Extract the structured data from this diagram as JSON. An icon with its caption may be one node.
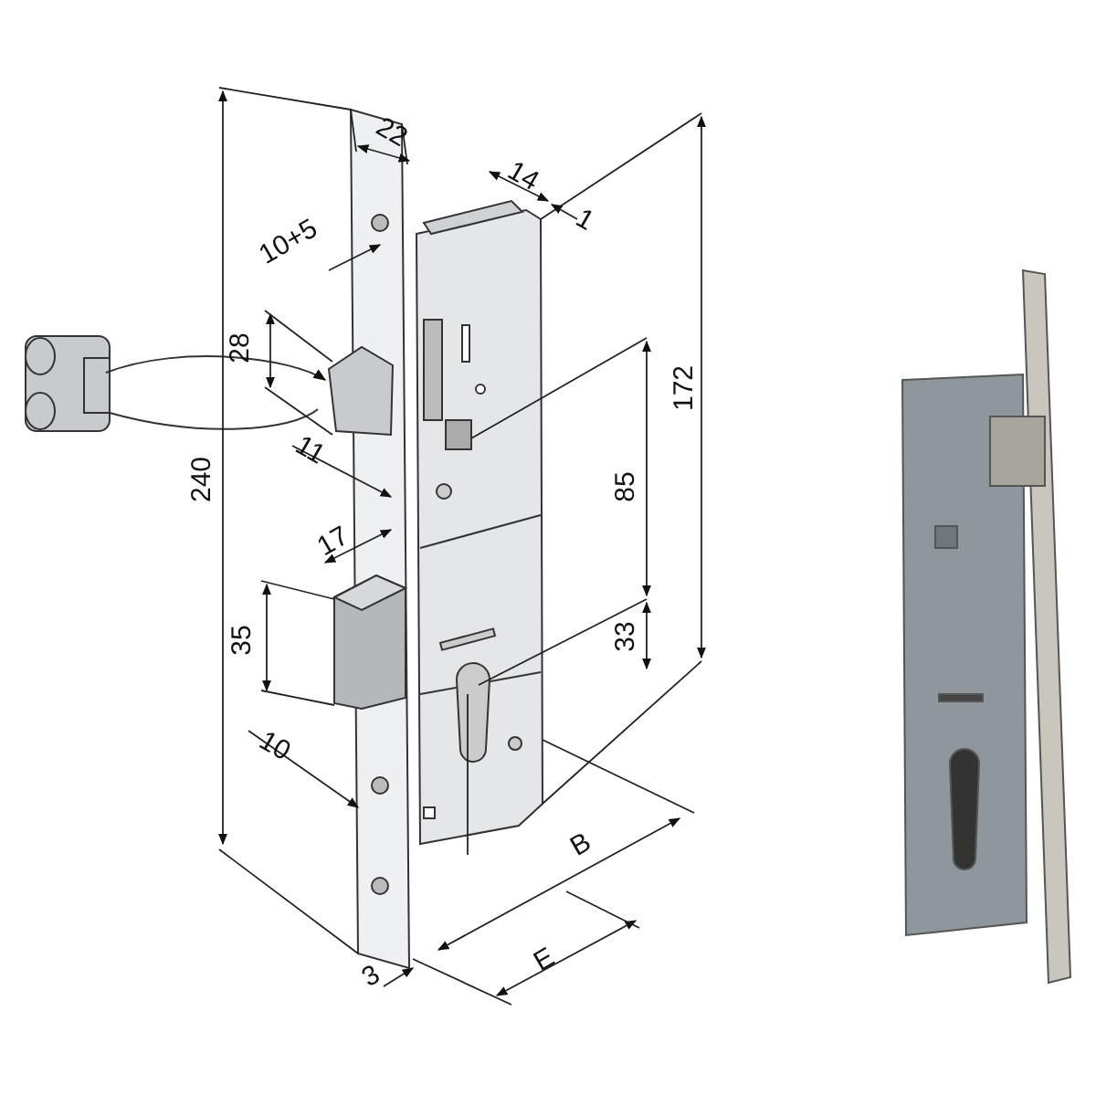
{
  "diagram": {
    "labels": [
      "22",
      "14",
      "1",
      "10+5",
      "28",
      "11",
      "240",
      "172",
      "85",
      "17",
      "35",
      "33",
      "10",
      "B",
      "E",
      "3"
    ]
  }
}
